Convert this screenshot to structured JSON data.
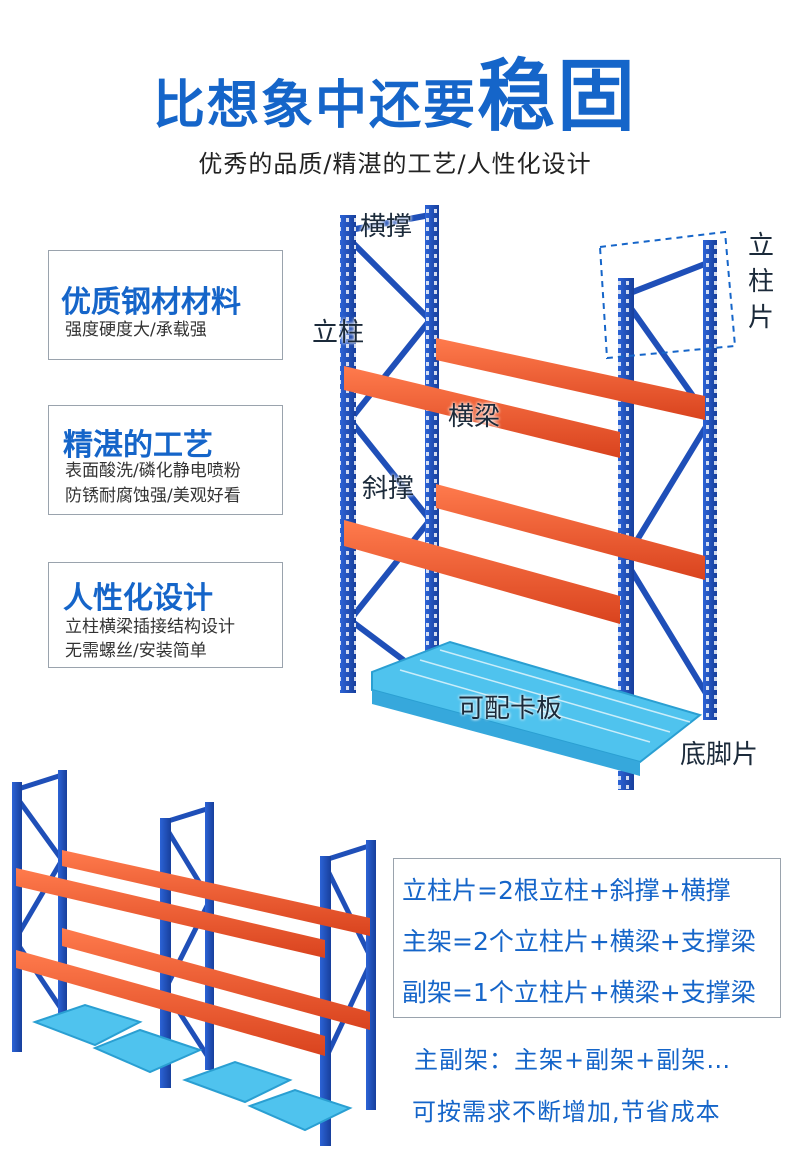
{
  "header": {
    "title_small": "比想象中还要",
    "title_big": "稳固",
    "subtitle": "优秀的品质/精湛的工艺/人性化设计"
  },
  "features": [
    {
      "title": "优质钢材材料",
      "lines": [
        "强度硬度大/承载强"
      ]
    },
    {
      "title": "精湛的工艺",
      "lines": [
        "表面酸洗/磷化静电喷粉",
        "防锈耐腐蚀强/美观好看"
      ]
    },
    {
      "title": "人性化设计",
      "lines": [
        "立柱横梁插接结构设计",
        "无需螺丝/安装简单"
      ]
    }
  ],
  "labels": {
    "cross_brace": "横撑",
    "upright": "立柱",
    "beam": "横梁",
    "diagonal_brace": "斜撑",
    "pallet": "可配卡板",
    "base_plate": "底脚片",
    "upright_frame": "立柱片"
  },
  "formulas": [
    "立柱片=2根立柱+斜撑+横撑",
    "主架=2个立柱片+横梁+支撑梁",
    "副架=1个立柱片+横梁+支撑梁"
  ],
  "notes": [
    "主副架：主架+副架+副架…",
    "可按需求不断增加,节省成本"
  ],
  "colors": {
    "title_blue": "#1565c9",
    "upright_blue": "#1f4fb8",
    "beam_orange": "#ee5a30",
    "pallet_cyan": "#4fc3ee"
  }
}
